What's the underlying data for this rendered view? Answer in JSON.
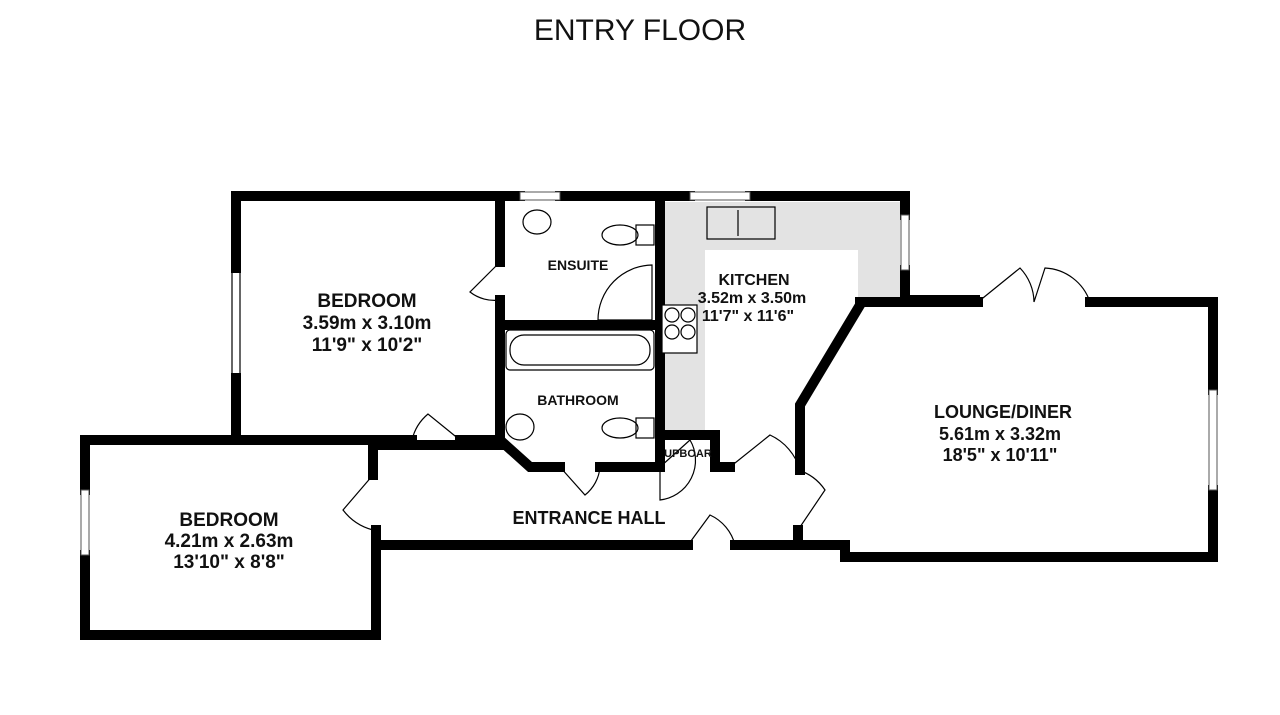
{
  "title": "ENTRY FLOOR",
  "rooms": {
    "bedroom1": {
      "name": "BEDROOM",
      "metric": "3.59m  x 3.10m",
      "imperial": "11'9\"  x 10'2\""
    },
    "bedroom2": {
      "name": "BEDROOM",
      "metric": "4.21m  x 2.63m",
      "imperial": "13'10\"  x 8'8\""
    },
    "ensuite": {
      "name": "ENSUITE"
    },
    "bathroom": {
      "name": "BATHROOM"
    },
    "kitchen": {
      "name": "KITCHEN",
      "metric": "3.52m  x 3.50m",
      "imperial": "11'7\"  x 11'6\""
    },
    "lounge": {
      "name": "LOUNGE/DINER",
      "metric": "5.61m  x 3.32m",
      "imperial": "18'5\"  x 10'11\""
    },
    "hall": {
      "name": "ENTRANCE HALL"
    },
    "cupboard": {
      "name": "UPBOAR"
    }
  },
  "colors": {
    "wall": "#000000",
    "kitchen_worktop": "#e3e3e3"
  }
}
